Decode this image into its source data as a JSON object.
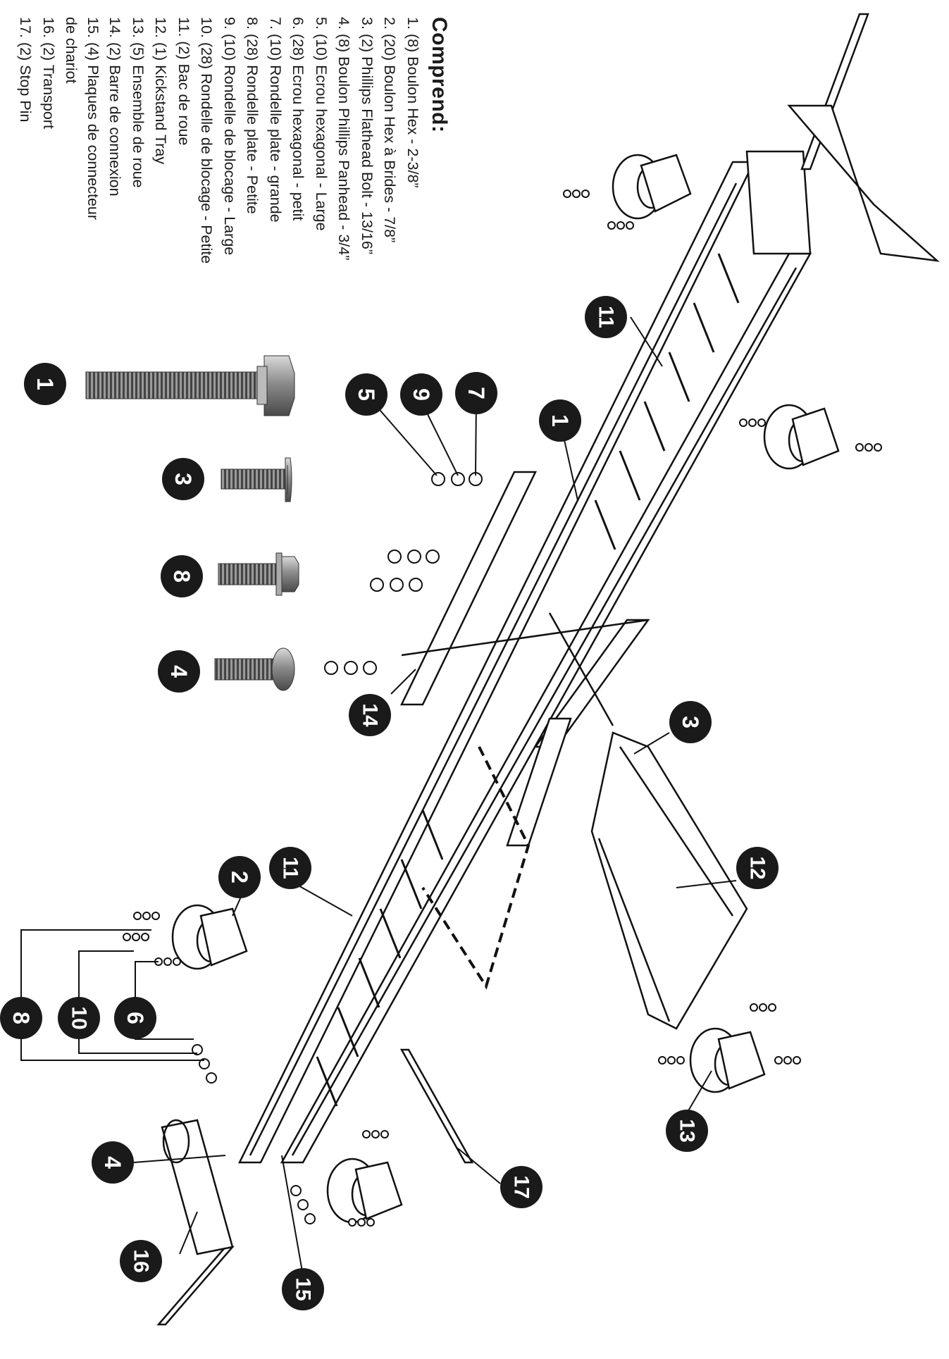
{
  "parts_list": {
    "title": "Comprend:",
    "items": [
      "1. (8) Boulon Hex - 2-3/8”",
      "2. (20) Boulon Hex à Brides - 7/8”",
      "3. (2) Phillips Flathead Bolt - 13/16”",
      "4. (8) Boulon Phillips Panhead - 3/4”",
      "5. (10) Ecrou hexagonal - Large",
      "6. (28) Ecrou hexagonal - petit",
      "7. (10) Rondelle plate - grande",
      "8. (28) Rondelle plate - Petite",
      "9. (10) Rondelle de blocage - Large",
      "10. (28) Rondelle de blocage - Petite",
      "11. (2) Bac de roue",
      "12. (1) Kickstand Tray",
      "13. (5) Ensemble de roue",
      "14. (2) Barre de connexion",
      "15. (4) Plaques de connecteur de chariot",
      "16. (2) Transport",
      "17. (2) Stop Pin"
    ]
  },
  "callouts": {
    "hw1": "1",
    "hw3": "3",
    "hw8": "8",
    "hw4": "4",
    "nut5": "5",
    "washer9": "9",
    "washer7": "7",
    "bolt1": "1",
    "tray11_top": "11",
    "tray11_bottom": "11",
    "bar14": "14",
    "bolt3": "3",
    "tray12": "12",
    "wheel13": "13",
    "bolt2": "2",
    "nut8": "8",
    "washer10": "10",
    "nut6": "6",
    "bolt4": "4",
    "transport16": "16",
    "plate15": "15",
    "pin17": "17"
  }
}
